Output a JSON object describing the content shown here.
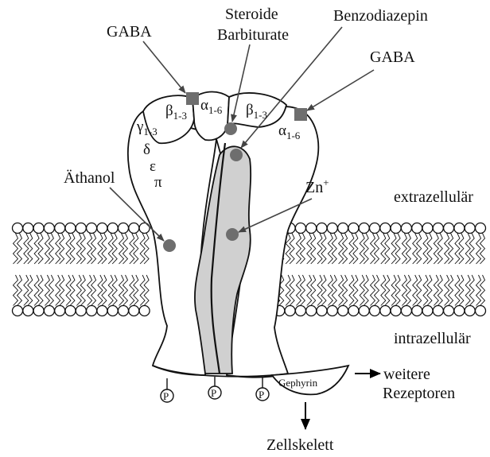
{
  "labels": {
    "gaba_left": "GABA",
    "steroide": "Steroide",
    "barbiturate": "Barbiturate",
    "benzodiazepin": "Benzodiazepin",
    "gaba_right": "GABA",
    "athanol": "Äthanol",
    "zn": "Zn",
    "zn_sup": "+",
    "extrazellular": "extrazellulär",
    "intrazellular": "intrazellulär",
    "gephyrin": "Gephyrin",
    "weitere": "weitere",
    "rezeptoren": "Rezeptoren",
    "zellskelett": "Zellskelett",
    "phospho": "P"
  },
  "subunits": {
    "beta_left": {
      "base": "β",
      "sub": "1-3"
    },
    "alpha_mid": {
      "base": "α",
      "sub": "1-6"
    },
    "beta_right": {
      "base": "β",
      "sub": "1-3"
    },
    "alpha_right": {
      "base": "α",
      "sub": "1-6"
    },
    "gamma": {
      "base": "γ",
      "sub": "1-3"
    },
    "delta": "δ",
    "epsilon": "ε",
    "pi": "π"
  },
  "colors": {
    "site": "#6e6e6e",
    "pore": "#d0d0d0",
    "line": "#111111"
  }
}
